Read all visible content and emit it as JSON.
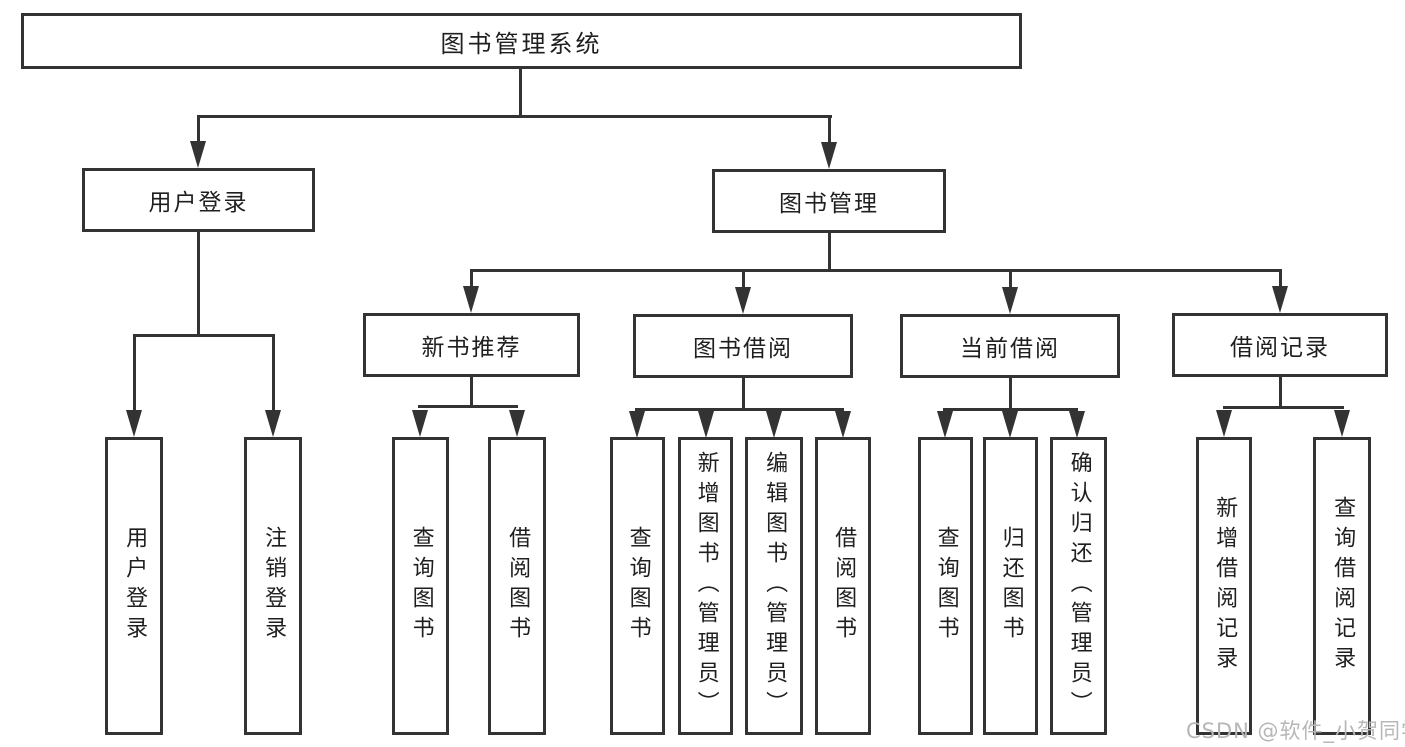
{
  "diagram": {
    "tree": {
      "label": "图书管理系统",
      "children": [
        {
          "label": "用户登录",
          "children": [
            {
              "label": "用户登录"
            },
            {
              "label": "注销登录"
            }
          ]
        },
        {
          "label": "图书管理",
          "children": [
            {
              "label": "新书推荐",
              "children": [
                {
                  "label": "查询图书"
                },
                {
                  "label": "借阅图书"
                }
              ]
            },
            {
              "label": "图书借阅",
              "children": [
                {
                  "label": "查询图书"
                },
                {
                  "label": "新增图书（管理员）"
                },
                {
                  "label": "编辑图书（管理员）"
                },
                {
                  "label": "借阅图书"
                }
              ]
            },
            {
              "label": "当前借阅",
              "children": [
                {
                  "label": "查询图书"
                },
                {
                  "label": "归还图书"
                },
                {
                  "label": "确认归还（管理员）"
                }
              ]
            },
            {
              "label": "借阅记录",
              "children": [
                {
                  "label": "新增借阅记录"
                },
                {
                  "label": "查询借阅记录"
                }
              ]
            }
          ]
        }
      ]
    }
  },
  "watermark": {
    "text": "CSDN @软件_小贺同学"
  },
  "colors": {
    "line": "#333333",
    "text": "#1f1f1f",
    "watermark": "#b7b7b7",
    "background": "#ffffff"
  }
}
